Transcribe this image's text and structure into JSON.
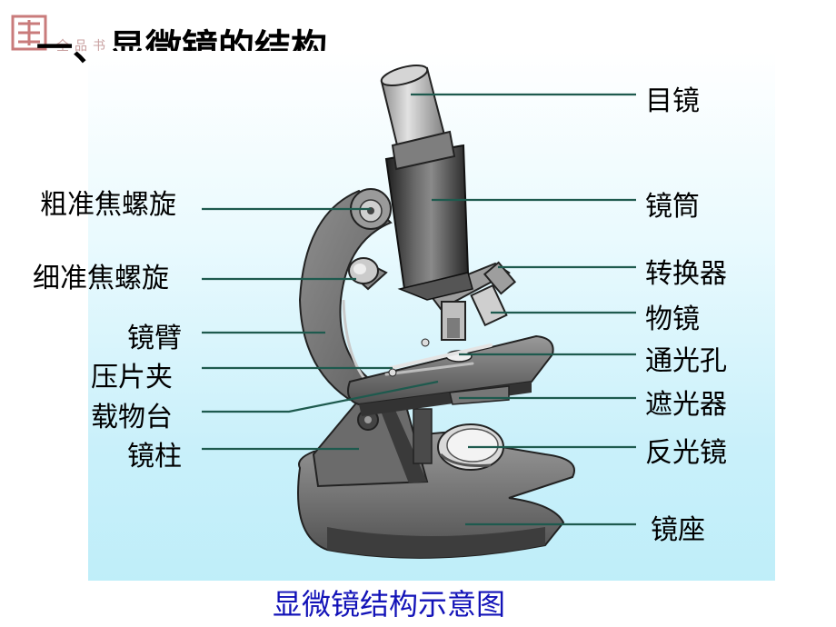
{
  "title": "一、显微镜的结构",
  "logo_text": "全品书",
  "caption": "显微镜结构示意图",
  "labels": {
    "eyepiece": "目镜",
    "tube": "镜筒",
    "coarse_focus": "粗准焦螺旋",
    "nosepiece": "转换器",
    "fine_focus": "细准焦螺旋",
    "objective": "物镜",
    "arm": "镜臂",
    "stage_hole": "通光孔",
    "clip": "压片夹",
    "diaphragm": "遮光器",
    "stage": "载物台",
    "mirror": "反光镜",
    "pillar": "镜柱",
    "base": "镜座"
  },
  "colors": {
    "panel_top": "#ffffff",
    "panel_bottom": "#bfeef9",
    "leader": "#1e5a4e",
    "caption": "#1313b8",
    "metal_dark": "#2e2e2e",
    "metal_mid": "#6e6e6e",
    "metal_light": "#c7c7c7"
  }
}
